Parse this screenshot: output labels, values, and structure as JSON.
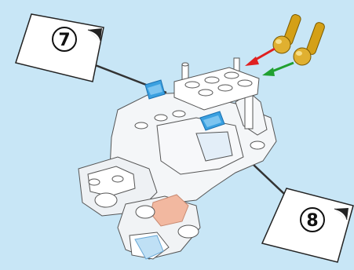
{
  "diagram": {
    "background_color": "#c8e6f6",
    "callouts": [
      {
        "id": "callout-7",
        "number": "7",
        "icon": "sticker-curl-icon"
      },
      {
        "id": "callout-8",
        "number": "8",
        "icon": "sticker-curl-icon"
      }
    ],
    "pins": [
      {
        "id": "pin-1",
        "color": "#d4a017",
        "arrow_color": "#e02020",
        "icon": "pin-icon"
      },
      {
        "id": "pin-2",
        "color": "#d4a017",
        "arrow_color": "#20a030",
        "icon": "pin-icon"
      }
    ],
    "sticker_color": "#3aa0e0",
    "accent_panel_color": "#f2b8a0"
  }
}
